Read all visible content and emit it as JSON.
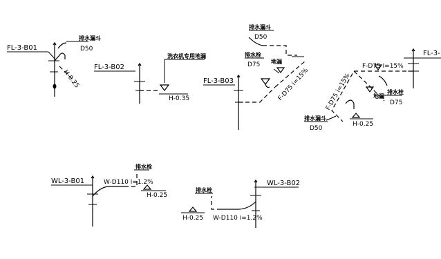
{
  "risers": {
    "fl_b01": "FL-3-B01",
    "fl_b02": "FL-3-B02",
    "fl_b03": "FL-3-B03",
    "fl_right": "FL-3-",
    "wl_b01": "WL-3-B01",
    "wl_b02": "WL-3-B02"
  },
  "group1": {
    "fixture_label": "排水漏斗",
    "dia": "D50",
    "height": "H-0.25"
  },
  "group2": {
    "fixture_label": "洗衣机专用地漏",
    "height": "H-0.35"
  },
  "group3": {
    "fixture_label_top": "排水漏斗",
    "dia_top": "D50",
    "fixture_label_mid": "排水栓",
    "dia_mid": "D75",
    "drain_label": "地漏",
    "slope": "F-D75 i=15%"
  },
  "group4": {
    "slope_left": "F-D75 i=15%",
    "slope_right": "F-D75 i=15%",
    "drain_label": "地漏",
    "fixture_label": "排水栓",
    "dia": "D75",
    "bottom_fixture": "排水漏斗",
    "bottom_dia": "D50",
    "height": "H-0.25"
  },
  "group5": {
    "fixture_label": "排水栓",
    "pipe": "W-D110 i=1.2%",
    "height": "H-0.25"
  },
  "group6": {
    "fixture_label": "排水栓",
    "height": "H-0.25",
    "pipe": "W-D110 i=1.2%"
  }
}
